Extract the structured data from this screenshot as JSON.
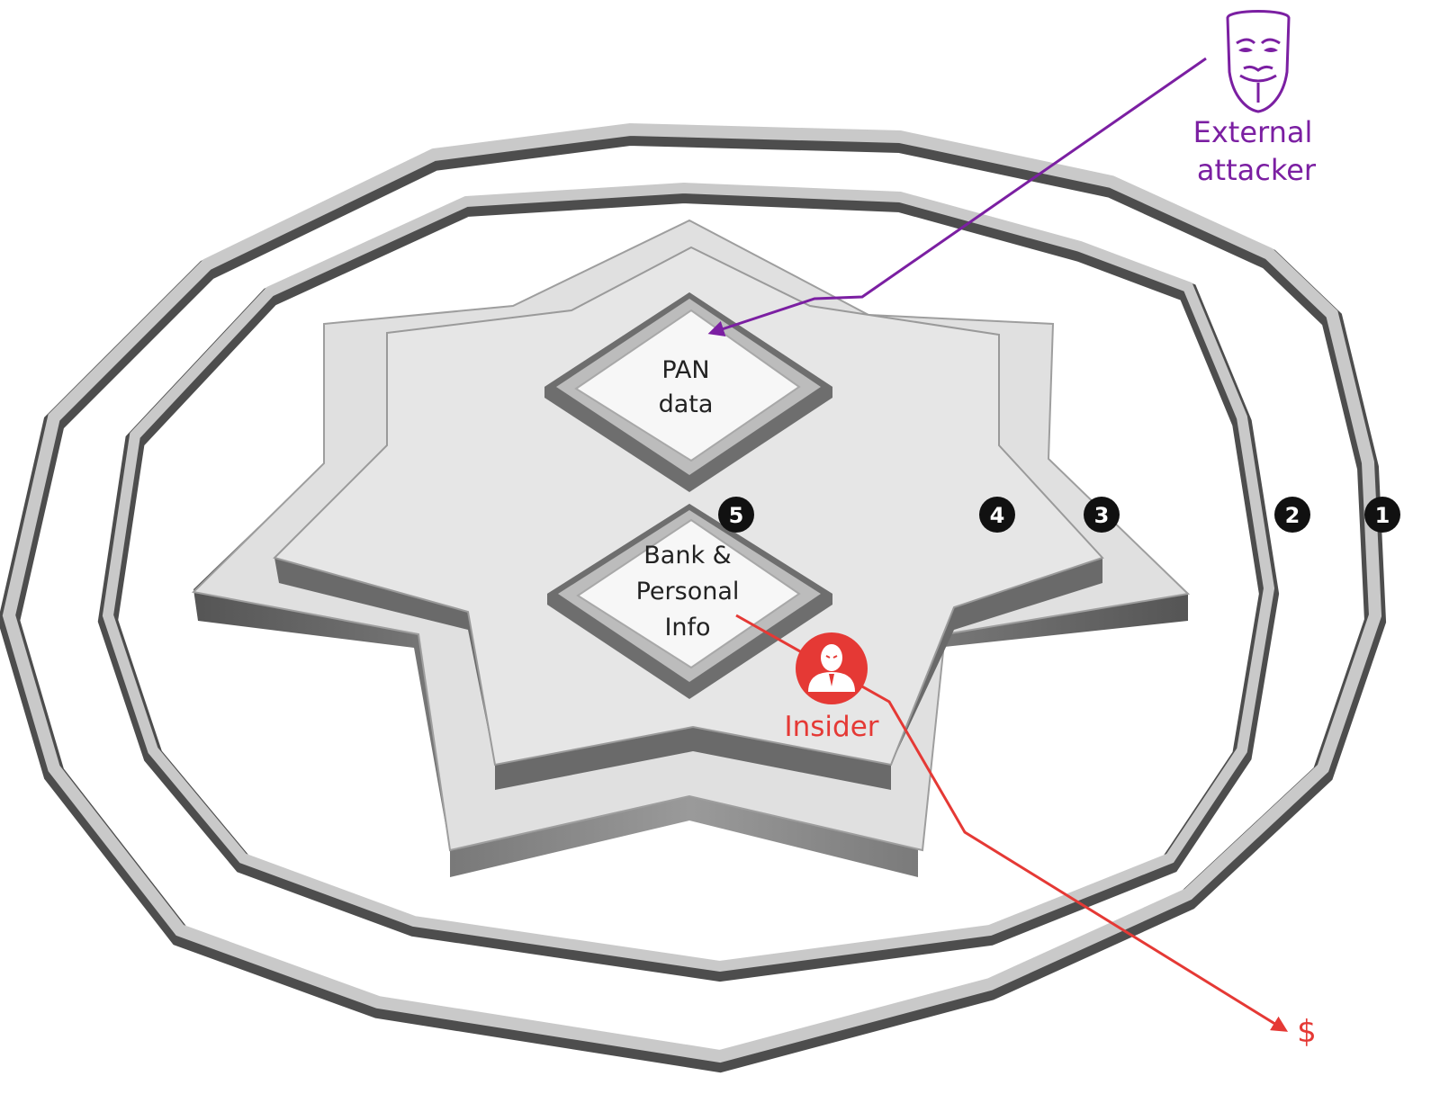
{
  "zones": {
    "pan": {
      "line1": "PAN",
      "line2": "data"
    },
    "bank": {
      "line1": "Bank &",
      "line2": "Personal",
      "line3": "Info"
    }
  },
  "markers": [
    "1",
    "2",
    "3",
    "4",
    "5"
  ],
  "actors": {
    "external": {
      "line1": "External",
      "line2": "attacker",
      "color": "#7b1fa2",
      "icon": "guy-fawkes-mask-icon"
    },
    "insider": {
      "label": "Insider",
      "color": "#e53935",
      "icon": "insider-person-icon"
    }
  },
  "exfil_target": "$",
  "colors": {
    "wall_top": "#bdbdbd",
    "wall_side": "#5a5a5a",
    "floor": "#e3e3e3",
    "zone_fill": "#f7f7f7"
  }
}
